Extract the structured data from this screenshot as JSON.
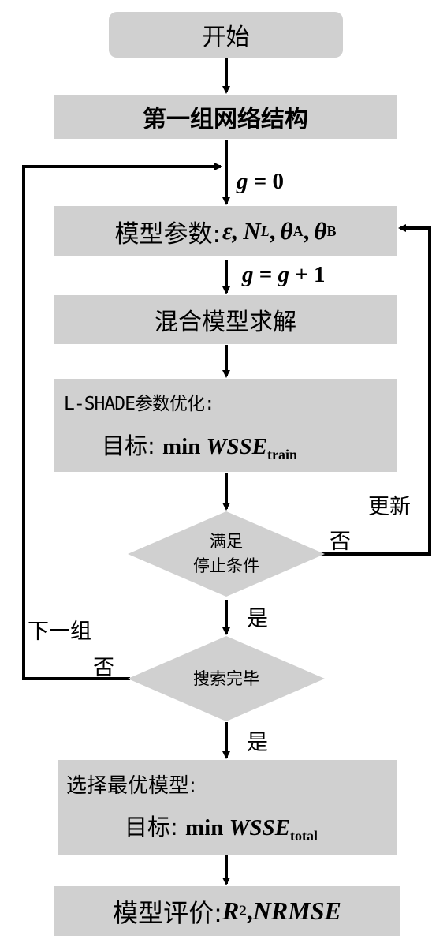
{
  "nodes": {
    "start": "开始",
    "first_structure": "第一组网络结构",
    "params_label": "模型参数:",
    "params_symbols": {
      "epsilon": "ε,",
      "n": "N",
      "n_sub": "L",
      "n_sep": ",",
      "theta_a": "θ",
      "theta_a_sub": "A",
      "theta_a_sep": ",",
      "theta_b": "θ",
      "theta_b_sub": "B"
    },
    "hybrid_solve": "混合模型求解",
    "lshade_title": "L-SHADE参数优化:",
    "lshade_goal_label": "目标: ",
    "lshade_goal_min": "min ",
    "lshade_goal_var": "WSSE",
    "lshade_goal_sub": "train",
    "decision_stop_line1": "满足",
    "decision_stop_line2": "停止条件",
    "decision_search": "搜索完毕",
    "select_title": "选择最优模型:",
    "select_goal_label": "目标: ",
    "select_goal_min": "min ",
    "select_goal_var": "WSSE",
    "select_goal_sub": "total",
    "eval_label": "模型评价: ",
    "eval_r": "R",
    "eval_r_sup": "2",
    "eval_sep": ", ",
    "eval_nrmse": "NRMSE"
  },
  "edge_labels": {
    "g0_var": "g",
    "g0_rest": " = 0",
    "ginc_var": "g",
    "ginc_mid": " = ",
    "ginc_var2": "g",
    "ginc_rest": " + 1",
    "update": "更新",
    "no_stop": "否",
    "yes_stop": "是",
    "next_group": "下一组",
    "no_search": "否",
    "yes_search": "是"
  }
}
